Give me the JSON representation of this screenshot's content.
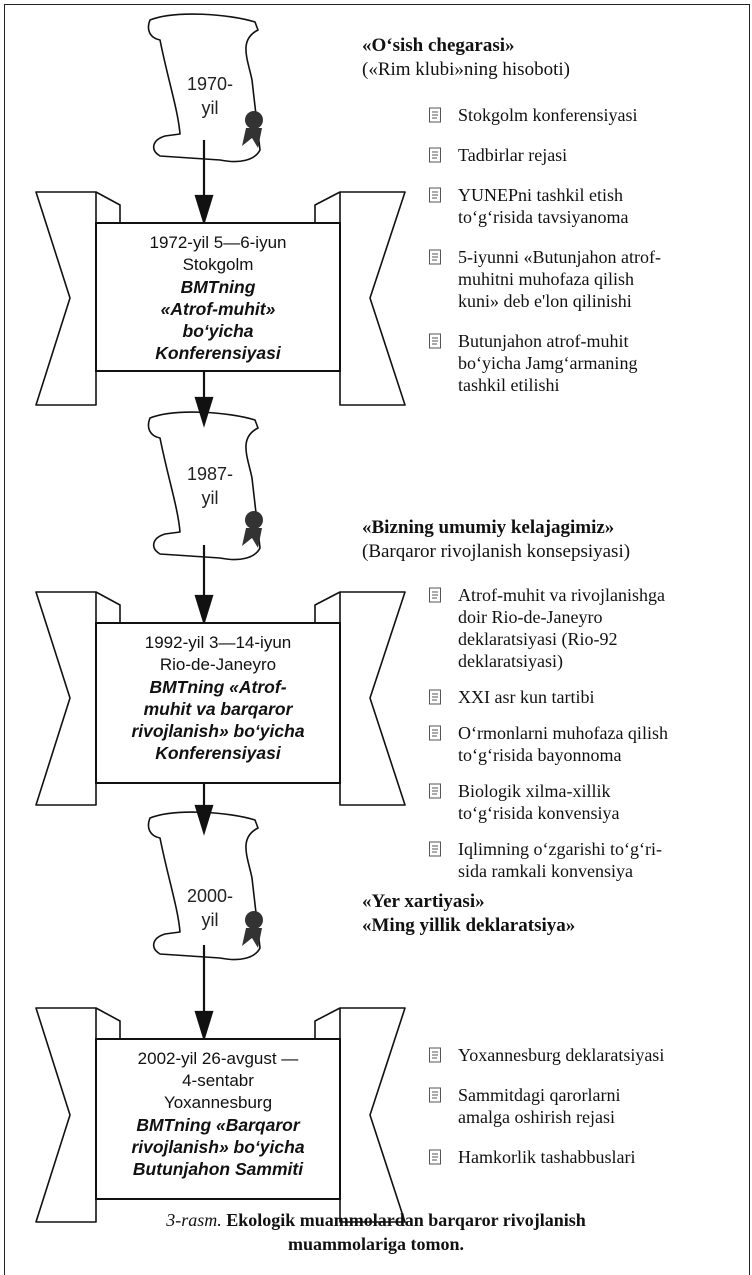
{
  "scrolls": [
    {
      "year": "1970-",
      "word": "yil"
    },
    {
      "year": "1987-",
      "word": "yil"
    },
    {
      "year": "2000-",
      "word": "yil"
    }
  ],
  "conferences": [
    {
      "date": "1972-yil 5—6-iyun",
      "place": "Stokgolm",
      "title": [
        "BMTning",
        "«Atrof-muhit»",
        "bo‘yicha",
        "Konferensiyasi"
      ]
    },
    {
      "date": "1992-yil 3—14-iyun",
      "place": "Rio-de-Janeyro",
      "title": [
        "BMTning «Atrof-",
        "muhit va barqaror",
        "rivojlanish» bo‘yicha",
        "Konferensiyasi"
      ]
    },
    {
      "date": "2002-yil 26-avgust —",
      "place": "4-sentabr",
      "place2": "Yoxannesburg",
      "title": [
        "BMTning «Barqaror",
        "rivojlanish» bo‘yicha",
        "Butunjahon Sammiti"
      ]
    }
  ],
  "headings": [
    {
      "bold": "«O‘sish chegarasi»",
      "normal": "(«Rim klubi»ning hisoboti)"
    },
    {
      "bold": "«Bizning umumiy kelajagimiz»",
      "normal": "(Barqaror rivojlanish konsepsiyasi)"
    },
    {
      "bold": "«Yer xartiyasi»",
      "bold2": "«Ming yillik deklaratsiya»"
    }
  ],
  "items1": [
    [
      "Stokgolm konferensiyasi"
    ],
    [
      "Tadbirlar rejasi"
    ],
    [
      "YUNEPni tashkil etish",
      "to‘g‘risida tavsiyanoma"
    ],
    [
      "5-iyunni «Butunjahon atrof-",
      "muhitni muhofaza qilish",
      "kuni» deb e'lon qilinishi"
    ],
    [
      "Butunjahon atrof-muhit",
      "bo‘yicha Jamg‘armaning",
      "tashkil etilishi"
    ]
  ],
  "items2": [
    [
      "Atrof-muhit va rivojlanishga",
      "doir Rio-de-Janeyro",
      "deklaratsiyasi (Rio-92",
      "deklaratsiyasi)"
    ],
    [
      "XXI asr kun tartibi"
    ],
    [
      "O‘rmonlarni muhofaza qilish",
      "to‘g‘risida bayonnoma"
    ],
    [
      "Biologik xilma-xillik",
      "to‘g‘risida konvensiya"
    ],
    [
      "Iqlimning o‘zgarishi to‘g‘ri-",
      "sida ramkali konvensiya"
    ]
  ],
  "items3": [
    [
      "Yoxannesburg deklaratsiyasi"
    ],
    [
      "Sammitdagi qarorlarni",
      "amalga oshirish rejasi"
    ],
    [
      "Hamkorlik tashabbuslari"
    ]
  ],
  "caption": {
    "label": "3-rasm.",
    "text": "Ekologik muammolardan barqaror rivojlanish",
    "text2": "muammolariga tomon."
  }
}
